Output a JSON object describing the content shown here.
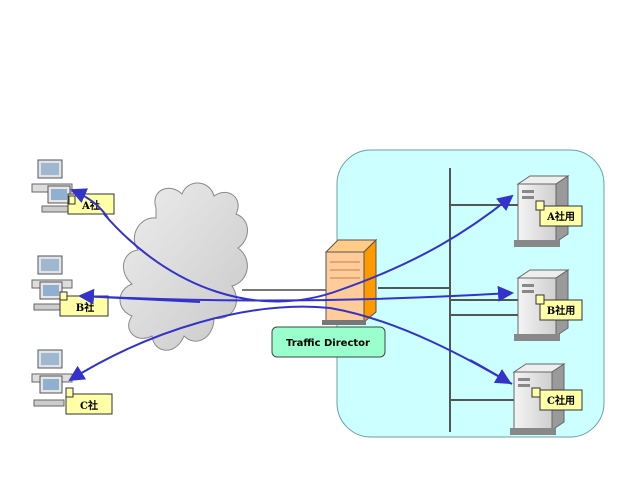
{
  "diagram": {
    "director_label": "Traffic Director",
    "clients": [
      {
        "id": "a",
        "label": "A社"
      },
      {
        "id": "b",
        "label": "B社"
      },
      {
        "id": "c",
        "label": "C社"
      }
    ],
    "servers": [
      {
        "id": "a",
        "label": "A社用"
      },
      {
        "id": "b",
        "label": "B社用"
      },
      {
        "id": "c",
        "label": "C社用"
      }
    ]
  },
  "colors": {
    "arrow": "#3333cc",
    "label_fill": "#ffffa8",
    "director_box": "#99ffcc",
    "datacenter_fill": "#ccffff",
    "cloud": "#dddddd",
    "appliance": "#ff9900"
  }
}
